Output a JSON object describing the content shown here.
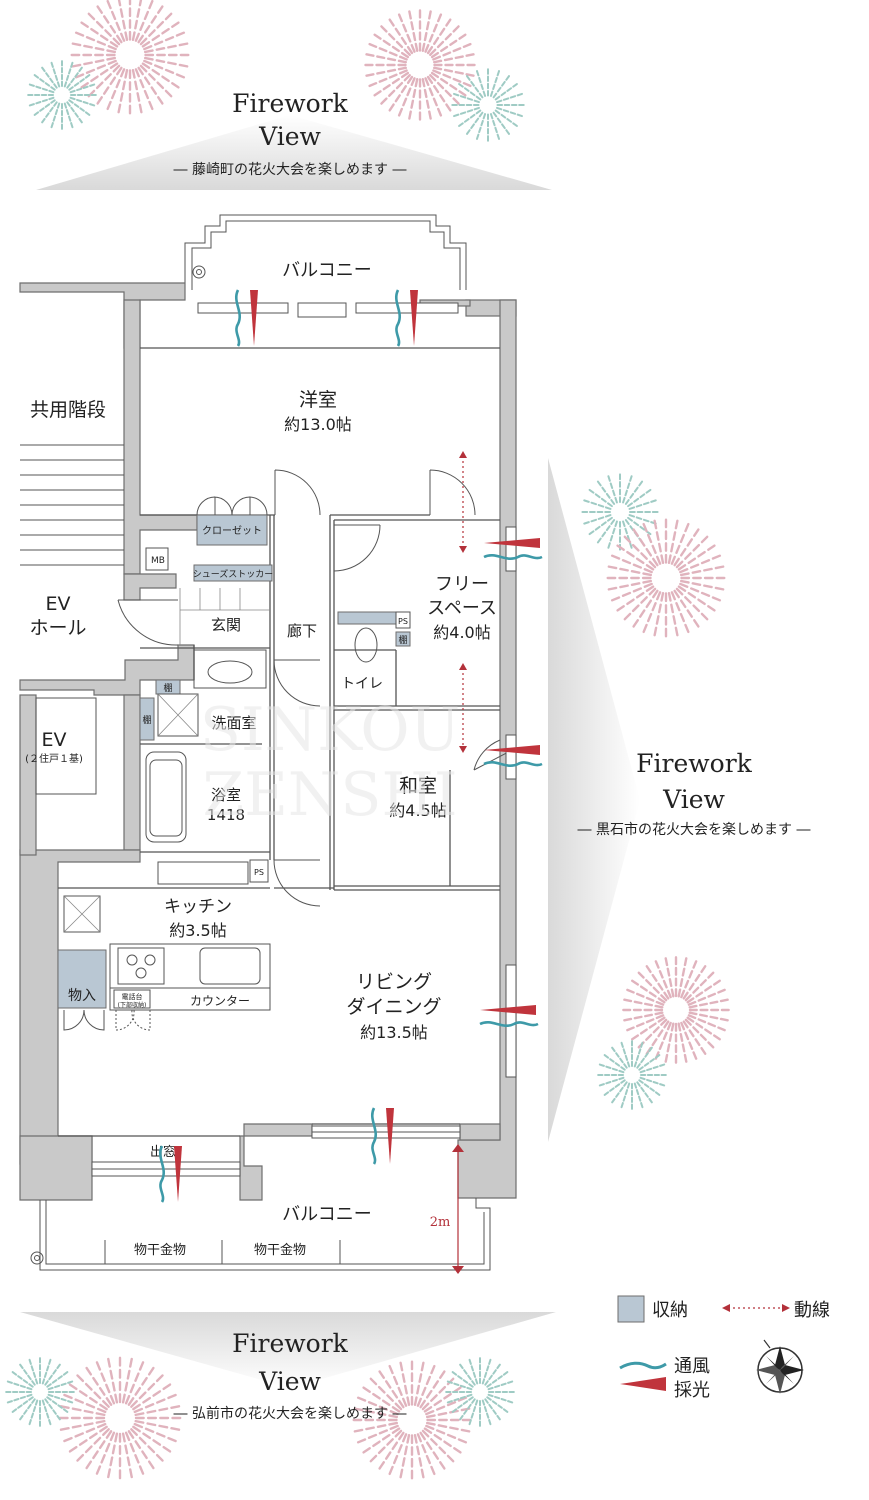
{
  "fireworks_top": {
    "title_line1": "Firework",
    "title_line2": "View",
    "subtitle": "― 藤崎町の花火大会を楽しめます ―"
  },
  "fireworks_right": {
    "title_line1": "Firework",
    "title_line2": "View",
    "subtitle": "― 黒石市の花火大会を楽しめます ―"
  },
  "fireworks_bottom": {
    "title_line1": "Firework",
    "title_line2": "View",
    "subtitle": "― 弘前市の花火大会を楽しめます ―"
  },
  "rooms": {
    "balcony_top": "バルコニー",
    "western_room": "洋室",
    "western_room_size": "約13.0帖",
    "common_stairs": "共用階段",
    "ev_hall_1": "EV",
    "ev_hall_2": "ホール",
    "ev": "EV",
    "ev_note": "(２住戸１基)",
    "mb": "MB",
    "closet": "クローゼット",
    "shoe_storage": "シューズストッカー",
    "entrance": "玄関",
    "corridor": "廊下",
    "free_space_1": "フリー",
    "free_space_2": "スペース",
    "free_space_size": "約4.0帖",
    "ps1": "PS",
    "shelf1": "棚",
    "toilet": "トイレ",
    "shelf2": "棚",
    "shelf3": "棚",
    "washroom": "洗面室",
    "bathroom": "浴室",
    "bathroom_size": "1418",
    "japanese_room": "和室",
    "japanese_room_size": "約4.5帖",
    "ps2": "PS",
    "kitchen": "キッチン",
    "kitchen_size": "約3.5帖",
    "storage": "物入",
    "phone_stand_1": "電話台",
    "phone_stand_2": "(下部収納)",
    "counter": "カウンター",
    "living_1": "リビング",
    "living_2": "ダイニング",
    "living_size": "約13.5帖",
    "bay_window": "出窓",
    "balcony_bottom": "バルコニー",
    "depth": "2m",
    "hanger1": "物干金物",
    "hanger2": "物干金物"
  },
  "watermark": {
    "line1": "SINKOU",
    "line2": "ZENSHI"
  },
  "legend": {
    "storage": "収納",
    "flow": "動線",
    "wind": "通風",
    "light": "採光"
  },
  "colors": {
    "wall": "#c9c9c9",
    "storage": "#b9c7d3",
    "wind": "#3e9aa8",
    "light": "#c0343c",
    "firework_pink": "#e0b3bd",
    "firework_teal": "#9fcbc4"
  }
}
